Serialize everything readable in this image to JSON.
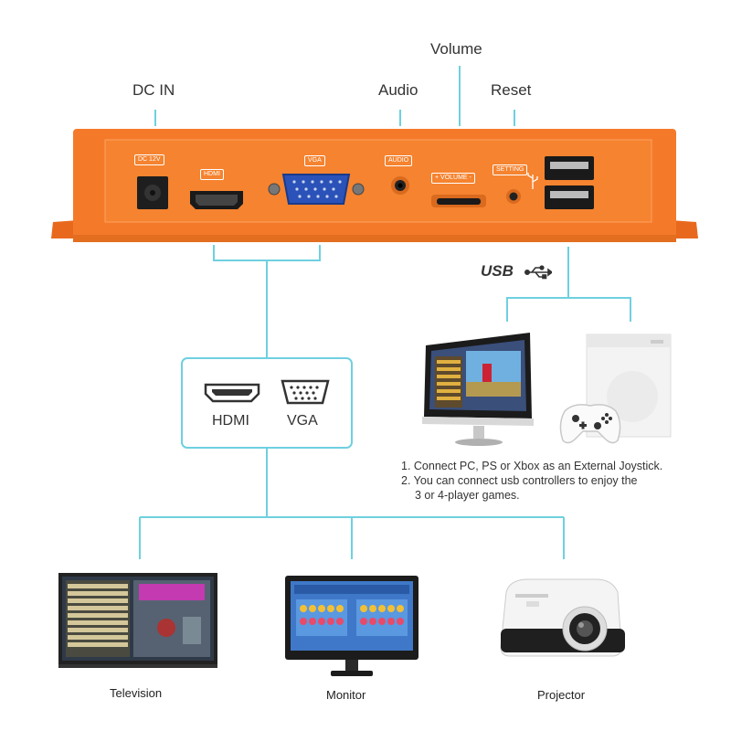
{
  "top_labels": {
    "dc_in": "DC IN",
    "audio": "Audio",
    "volume": "Volume",
    "reset": "Reset"
  },
  "port_labels": {
    "dc": "DC 12V",
    "hdmi": "HDMI",
    "vga": "VGA",
    "audio": "AUDIO",
    "volume": "+ VOLUME -",
    "setting": "SETTING"
  },
  "usb_label": "USB",
  "output_box": {
    "hdmi": "HDMI",
    "vga": "VGA"
  },
  "notes": {
    "line1": "1. Connect PC, PS or Xbox as an External Joystick.",
    "line2": "2. You can connect usb controllers to enjoy the",
    "line3": "3 or 4-player games."
  },
  "devices": {
    "television": "Television",
    "monitor": "Monitor",
    "projector": "Projector"
  },
  "colors": {
    "box_orange": "#f47a2a",
    "connector_line": "#6fd0e0"
  }
}
